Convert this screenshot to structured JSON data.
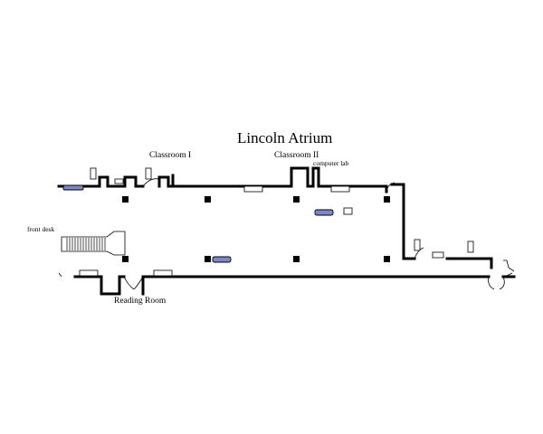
{
  "map": {
    "title": "Lincoln Atrium",
    "labels": {
      "classroom_1": "Classroom I",
      "classroom_2": "Classroom II",
      "computer_lab": "computer lab",
      "front_desk": "front desk",
      "reading_room": "Reading Room"
    },
    "colors": {
      "walls": "#000000",
      "furniture_fill": "#7f87c6",
      "background": "#ffffff"
    },
    "icons": [
      "pillar",
      "sofa",
      "table",
      "door-swing",
      "stairs",
      "restroom-sign"
    ]
  }
}
